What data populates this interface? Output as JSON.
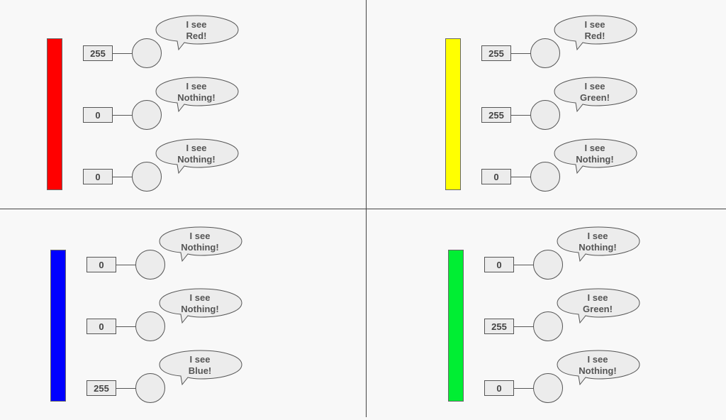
{
  "panels": [
    {
      "bar_color": "#ff0000",
      "channels": [
        {
          "value": "255",
          "bubble_line1": "I see",
          "bubble_line2": "Red!"
        },
        {
          "value": "0",
          "bubble_line1": "I see",
          "bubble_line2": "Nothing!"
        },
        {
          "value": "0",
          "bubble_line1": "I see",
          "bubble_line2": "Nothing!"
        }
      ]
    },
    {
      "bar_color": "#ffff00",
      "channels": [
        {
          "value": "255",
          "bubble_line1": "I see",
          "bubble_line2": "Red!"
        },
        {
          "value": "255",
          "bubble_line1": "I see",
          "bubble_line2": "Green!"
        },
        {
          "value": "0",
          "bubble_line1": "I see",
          "bubble_line2": "Nothing!"
        }
      ]
    },
    {
      "bar_color": "#0000ff",
      "channels": [
        {
          "value": "0",
          "bubble_line1": "I see",
          "bubble_line2": "Nothing!"
        },
        {
          "value": "0",
          "bubble_line1": "I see",
          "bubble_line2": "Nothing!"
        },
        {
          "value": "255",
          "bubble_line1": "I see",
          "bubble_line2": "Blue!"
        }
      ]
    },
    {
      "bar_color": "#00ee33",
      "channels": [
        {
          "value": "0",
          "bubble_line1": "I see",
          "bubble_line2": "Nothing!"
        },
        {
          "value": "255",
          "bubble_line1": "I see",
          "bubble_line2": "Green!"
        },
        {
          "value": "0",
          "bubble_line1": "I see",
          "bubble_line2": "Nothing!"
        }
      ]
    }
  ]
}
